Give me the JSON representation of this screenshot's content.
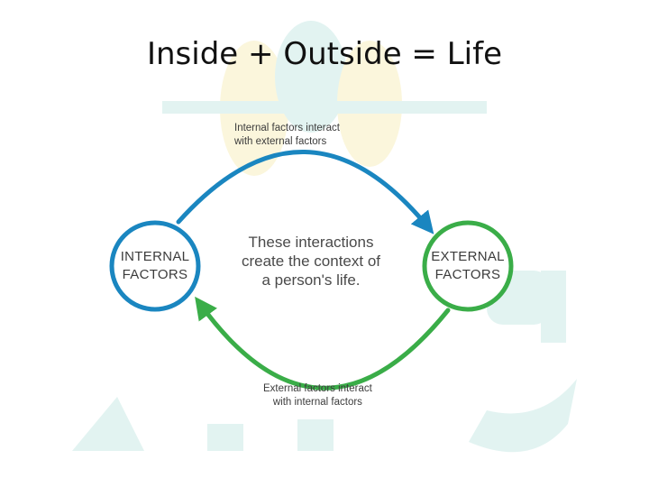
{
  "title": "Inside + Outside = Life",
  "diagram": {
    "top_caption": [
      "Internal factors interact",
      "with external factors"
    ],
    "bottom_caption": [
      "External factors interact",
      "with internal factors"
    ],
    "internal_node": [
      "INTERNAL",
      "FACTORS"
    ],
    "external_node": [
      "EXTERNAL",
      "FACTORS"
    ],
    "center_text": [
      "These interactions",
      "create the context of",
      "a person's life."
    ]
  },
  "colors": {
    "internal": "#1a86c0",
    "external": "#3aad48",
    "watermark_teal": "#e2f3f1",
    "watermark_yellow": "#fbf6dc",
    "text": "#3c3c3c"
  }
}
